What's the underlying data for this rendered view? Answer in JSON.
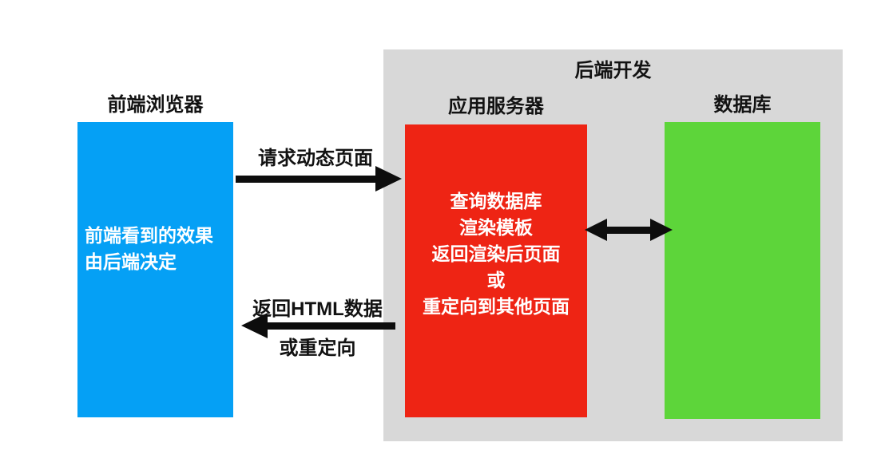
{
  "diagram": {
    "background_color": "#ffffff",
    "arrow_color": "#0d0d0d"
  },
  "frontend": {
    "label": "前端浏览器",
    "box_color": "#05a0f5",
    "lines": [
      "前端看到的效果",
      "由后端决定"
    ]
  },
  "backend": {
    "title": "后端开发",
    "panel_color": "#d8d8d8",
    "server": {
      "label": "应用服务器",
      "box_color": "#ee2414",
      "lines": [
        "查询数据库",
        "渲染模板",
        "返回渲染后页面",
        "或",
        "重定向到其他页面"
      ]
    },
    "database": {
      "label": "数据库",
      "box_color": "#5dd53a"
    }
  },
  "arrows": {
    "request": {
      "label": "请求动态页面",
      "direction": "left-to-right"
    },
    "response": {
      "label_line1": "返回HTML数据",
      "label_line2": "或重定向",
      "direction": "right-to-left"
    },
    "server_db": {
      "direction": "bidirectional"
    }
  }
}
